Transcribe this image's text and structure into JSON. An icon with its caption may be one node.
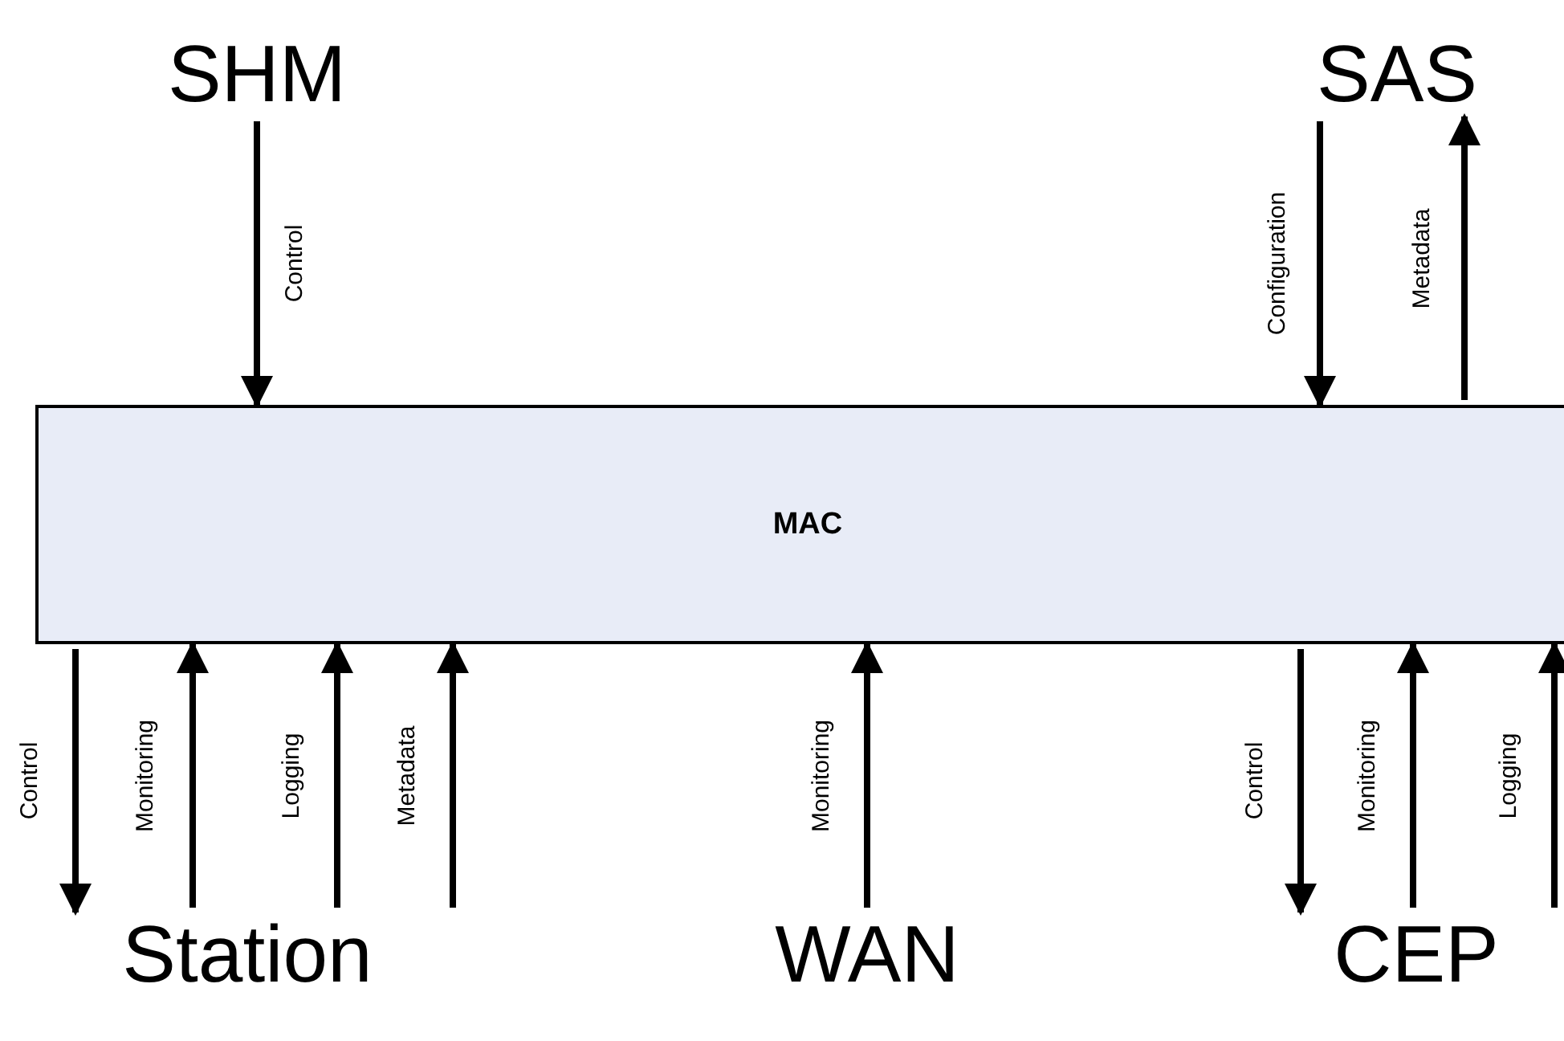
{
  "diagram": {
    "nodes": [
      {
        "text": [
          "SHM"
        ]
      },
      {
        "text": [
          "SAS"
        ]
      },
      {
        "text": [
          "MAC"
        ]
      },
      {
        "text": [
          "Station"
        ]
      },
      {
        "text": [
          "WAN"
        ]
      },
      {
        "text": [
          "CEP"
        ]
      }
    ],
    "edges": [
      {
        "from": 0,
        "to": 2,
        "arrow": "to",
        "label": "Control"
      },
      {
        "from": 1,
        "to": 2,
        "arrow": "to",
        "label": "Configuration"
      },
      {
        "from": 2,
        "to": 1,
        "arrow": "to",
        "label": "Metadata"
      },
      {
        "from": 2,
        "to": 3,
        "arrow": "to",
        "label": "Control"
      },
      {
        "from": 3,
        "to": 2,
        "arrow": "to",
        "label": "Monitoring"
      },
      {
        "from": 3,
        "to": 2,
        "arrow": "to",
        "label": "Logging"
      },
      {
        "from": 3,
        "to": 2,
        "arrow": "to",
        "label": "Metadata"
      },
      {
        "from": 4,
        "to": 2,
        "arrow": "to",
        "label": "Monitoring"
      },
      {
        "from": 2,
        "to": 5,
        "arrow": "to",
        "label": "Control"
      },
      {
        "from": 5,
        "to": 2,
        "arrow": "to",
        "label": "Monitoring"
      },
      {
        "from": 5,
        "to": 2,
        "arrow": "to",
        "label": "Logging"
      }
    ]
  }
}
